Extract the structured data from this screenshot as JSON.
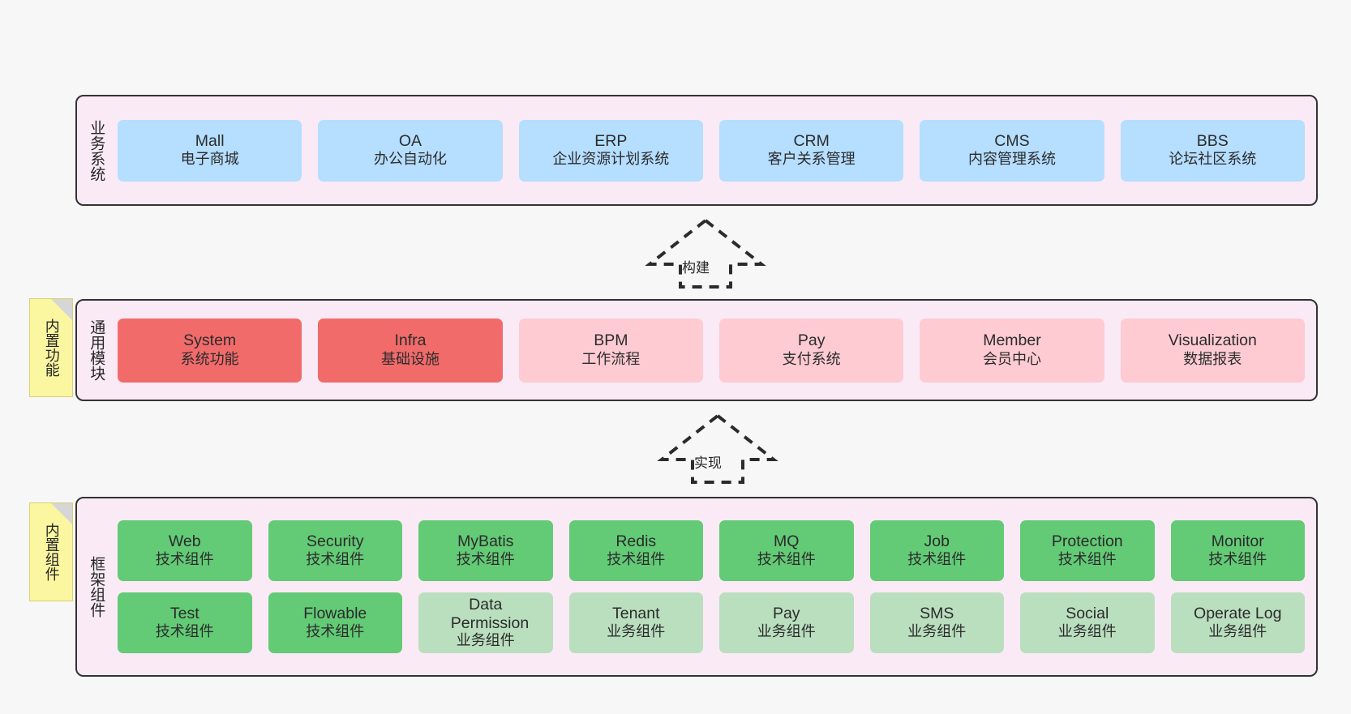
{
  "diagram": {
    "title": "",
    "background": "#f7f7f7",
    "colors": {
      "layer_band": "#faeaf5",
      "layer_border": "#333333",
      "business": "#b5deff",
      "module_core": "#f16b6b",
      "module_optional": "#fecbd3",
      "tech_component": "#63ca76",
      "biz_component": "#badfbf",
      "note": "#fbf6a0"
    }
  },
  "layers": [
    {
      "key": "business",
      "title": "业务系统",
      "rows": [
        {
          "cells": [
            {
              "en": "Mall",
              "cn": "电子商城",
              "color": "c-blue"
            },
            {
              "en": "OA",
              "cn": "办公自动化",
              "color": "c-blue"
            },
            {
              "en": "ERP",
              "cn": "企业资源计划系统",
              "color": "c-blue"
            },
            {
              "en": "CRM",
              "cn": "客户关系管理",
              "color": "c-blue"
            },
            {
              "en": "CMS",
              "cn": "内容管理系统",
              "color": "c-blue"
            },
            {
              "en": "BBS",
              "cn": "论坛社区系统",
              "color": "c-blue"
            }
          ]
        }
      ]
    },
    {
      "key": "modules",
      "title": "通用模块",
      "note": "内置功能",
      "rows": [
        {
          "cells": [
            {
              "en": "System",
              "cn": "系统功能",
              "color": "c-red"
            },
            {
              "en": "Infra",
              "cn": "基础设施",
              "color": "c-red"
            },
            {
              "en": "BPM",
              "cn": "工作流程",
              "color": "c-pink"
            },
            {
              "en": "Pay",
              "cn": "支付系统",
              "color": "c-pink"
            },
            {
              "en": "Member",
              "cn": "会员中心",
              "color": "c-pink"
            },
            {
              "en": "Visualization",
              "cn": "数据报表",
              "color": "c-pink"
            }
          ]
        }
      ]
    },
    {
      "key": "framework",
      "title": "框架组件",
      "note": "内置组件",
      "rows": [
        {
          "cells": [
            {
              "en": "Web",
              "cn": "技术组件",
              "color": "c-green"
            },
            {
              "en": "Security",
              "cn": "技术组件",
              "color": "c-green"
            },
            {
              "en": "MyBatis",
              "cn": "技术组件",
              "color": "c-green"
            },
            {
              "en": "Redis",
              "cn": "技术组件",
              "color": "c-green"
            },
            {
              "en": "MQ",
              "cn": "技术组件",
              "color": "c-green"
            },
            {
              "en": "Job",
              "cn": "技术组件",
              "color": "c-green"
            },
            {
              "en": "Protection",
              "cn": "技术组件",
              "color": "c-green"
            },
            {
              "en": "Monitor",
              "cn": "技术组件",
              "color": "c-green"
            }
          ]
        },
        {
          "cells": [
            {
              "en": "Test",
              "cn": "技术组件",
              "color": "c-green"
            },
            {
              "en": "Flowable",
              "cn": "技术组件",
              "color": "c-green"
            },
            {
              "en": "Data Permission",
              "cn": "业务组件",
              "color": "c-lightgreen"
            },
            {
              "en": "Tenant",
              "cn": "业务组件",
              "color": "c-lightgreen"
            },
            {
              "en": "Pay",
              "cn": "业务组件",
              "color": "c-lightgreen"
            },
            {
              "en": "SMS",
              "cn": "业务组件",
              "color": "c-lightgreen"
            },
            {
              "en": "Social",
              "cn": "业务组件",
              "color": "c-lightgreen"
            },
            {
              "en": "Operate Log",
              "cn": "业务组件",
              "color": "c-lightgreen"
            }
          ]
        }
      ]
    }
  ],
  "connectors": [
    {
      "key": "build",
      "label": "构建",
      "from": "modules",
      "to": "business"
    },
    {
      "key": "implement",
      "label": "实现",
      "from": "framework",
      "to": "modules"
    }
  ]
}
